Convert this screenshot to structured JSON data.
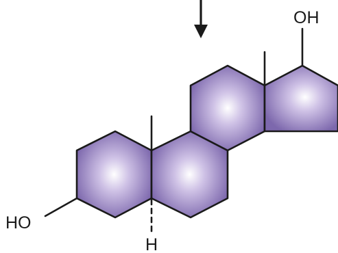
{
  "labels": {
    "oh_top": "OH",
    "ho_left": "HO",
    "h_bottom": "H"
  },
  "colors": {
    "ring_center": "#ffffff",
    "ring_mid": "#b9a8d8",
    "ring_edge": "#7d68ad",
    "bond": "#1a1a1a"
  }
}
